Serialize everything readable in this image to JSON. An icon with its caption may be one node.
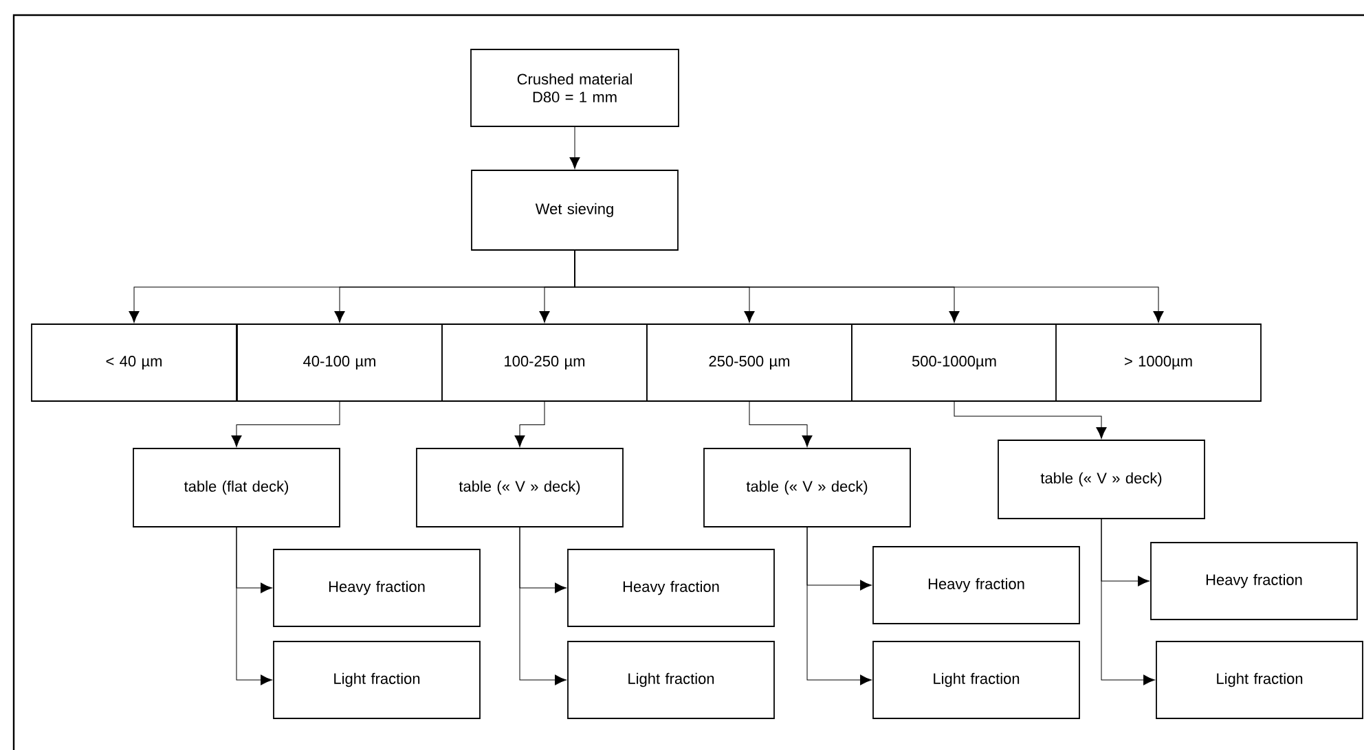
{
  "diagram": {
    "nodes": [
      {
        "text": [
          "Crushed material D80 = 1 mm"
        ]
      },
      {
        "text": [
          "Wet sieving"
        ]
      },
      {
        "text": [
          "< 40 µm"
        ]
      },
      {
        "text": [
          "40-100 µm"
        ]
      },
      {
        "text": [
          "100-250 µm"
        ]
      },
      {
        "text": [
          "250-500 µm"
        ]
      },
      {
        "text": [
          "500-1000µm"
        ]
      },
      {
        "text": [
          "> 1000µm"
        ]
      },
      {
        "text": [
          "table (flat deck)"
        ]
      },
      {
        "text": [
          "table (« V » deck)"
        ]
      },
      {
        "text": [
          "table (« V » deck)"
        ]
      },
      {
        "text": [
          "table (« V » deck)"
        ]
      },
      {
        "text": [
          "Heavy fraction"
        ]
      },
      {
        "text": [
          "Light fraction"
        ]
      },
      {
        "text": [
          "Heavy fraction"
        ]
      },
      {
        "text": [
          "Light fraction"
        ]
      },
      {
        "text": [
          "Heavy fraction"
        ]
      },
      {
        "text": [
          "Light fraction"
        ]
      },
      {
        "text": [
          "Heavy fraction"
        ]
      },
      {
        "text": [
          "Light fraction"
        ]
      }
    ],
    "edges": [
      {
        "from": 0,
        "to": 1,
        "arrow": "to"
      },
      {
        "from": 1,
        "to": 2,
        "arrow": "to"
      },
      {
        "from": 1,
        "to": 3,
        "arrow": "to"
      },
      {
        "from": 1,
        "to": 4,
        "arrow": "to"
      },
      {
        "from": 1,
        "to": 5,
        "arrow": "to"
      },
      {
        "from": 1,
        "to": 6,
        "arrow": "to"
      },
      {
        "from": 1,
        "to": 7,
        "arrow": "to"
      },
      {
        "from": 3,
        "to": 8,
        "arrow": "to"
      },
      {
        "from": 4,
        "to": 9,
        "arrow": "to"
      },
      {
        "from": 5,
        "to": 10,
        "arrow": "to"
      },
      {
        "from": 6,
        "to": 11,
        "arrow": "to"
      },
      {
        "from": 8,
        "to": 12,
        "arrow": "to"
      },
      {
        "from": 8,
        "to": 13,
        "arrow": "to"
      },
      {
        "from": 9,
        "to": 14,
        "arrow": "to"
      },
      {
        "from": 9,
        "to": 15,
        "arrow": "to"
      },
      {
        "from": 10,
        "to": 16,
        "arrow": "to"
      },
      {
        "from": 10,
        "to": 17,
        "arrow": "to"
      },
      {
        "from": 11,
        "to": 18,
        "arrow": "to"
      },
      {
        "from": 11,
        "to": 19,
        "arrow": "to"
      }
    ]
  }
}
